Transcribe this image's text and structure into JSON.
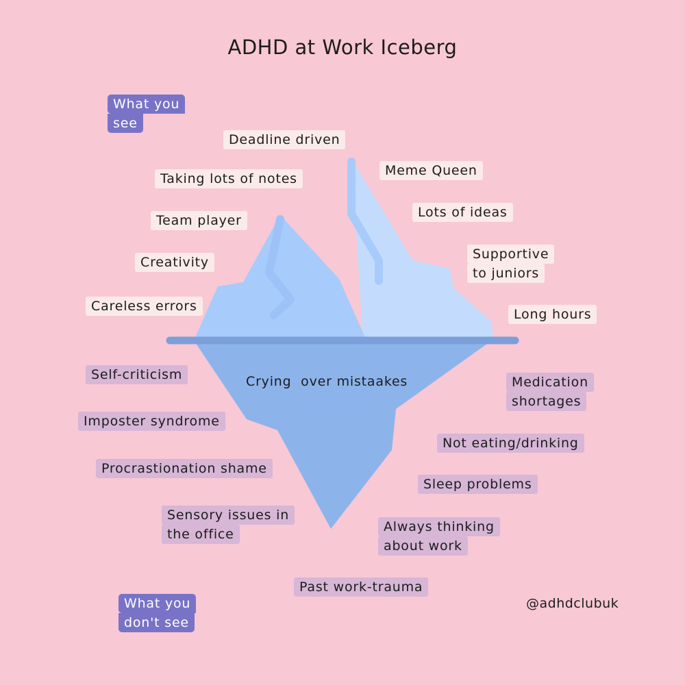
{
  "title": "ADHD at Work Iceberg",
  "legend": {
    "visible": [
      "What you",
      "see"
    ],
    "hidden": [
      "What you",
      "don't see"
    ]
  },
  "above_water": [
    [
      "Deadline driven"
    ],
    [
      "Taking lots of notes"
    ],
    [
      "Team player"
    ],
    [
      "Creativity"
    ],
    [
      "Careless errors"
    ],
    [
      "Meme Queen"
    ],
    [
      "Lots of ideas"
    ],
    [
      "Supportive",
      "to juniors"
    ],
    [
      "Long hours"
    ]
  ],
  "below_water": [
    [
      "Self-criticism"
    ],
    [
      "Imposter syndrome"
    ],
    [
      "Procrastionation shame"
    ],
    [
      "Sensory issues in",
      "the office"
    ],
    [
      "Medication",
      "shortages"
    ],
    [
      "Not eating/drinking"
    ],
    [
      "Sleep problems"
    ],
    [
      "Always thinking",
      "about work"
    ],
    [
      "Past work-trauma"
    ]
  ],
  "center_label": "Crying  over mistaakes",
  "handle": "@adhdclubuk",
  "colors": {
    "background": "#f8c8d5",
    "tip_light": "#c3dcfd",
    "tip_mid": "#a7cbfb",
    "underwater": "#8cb4ea",
    "waterline": "#7b9fd9",
    "label_above_bg": "#fbeaea",
    "label_below_bg": "#d7b6d6",
    "legend_bg": "#7873c6"
  }
}
